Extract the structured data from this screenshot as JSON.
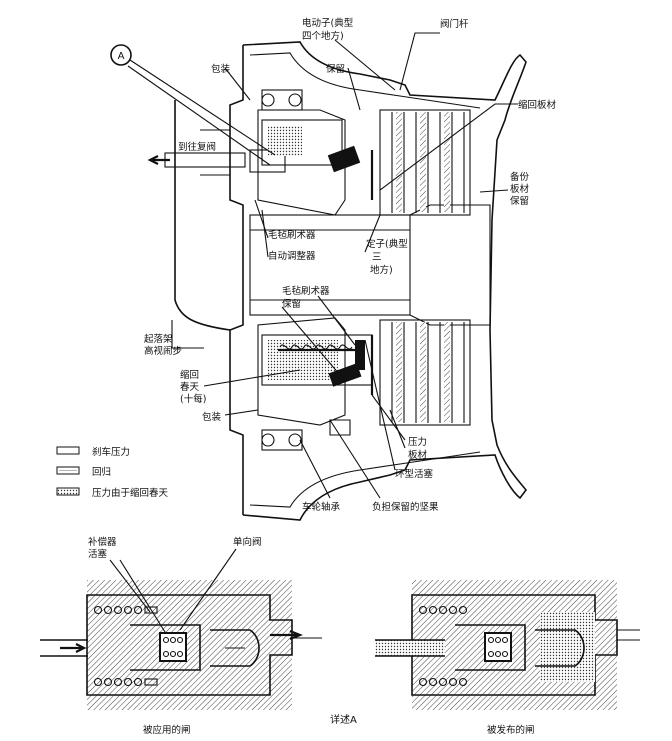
{
  "callout": {
    "letter": "A"
  },
  "labels": {
    "armature": "电动子(典型",
    "armature2": "四个地方)",
    "valve_stem": "阀门杆",
    "packing_top": "包装",
    "retain_top": "保留",
    "return_plate": "缩回板材",
    "bleed_valve": "到往复阀",
    "backup_1": "备份",
    "backup_2": "板材",
    "backup_3": "保留",
    "wear_top": "毛毡刷术器",
    "auto_adjust": "自动调整器",
    "stator_1": "定子(典型",
    "stator_2": "三",
    "stator_3": "地方)",
    "wear_mid": "毛毡刷术器",
    "retain_mid": "保留",
    "gear_1": "起落架",
    "gear_2": "高视闹步",
    "spring_1": "缩回",
    "spring_2": "春天",
    "spring_3": "(十每)",
    "packing_bottom": "包装",
    "pressure_plate_1": "压力",
    "pressure_plate_2": "板材",
    "piston": "环型活塞",
    "wheel_bearing": "车轮轴承",
    "retain_bolt": "负担保留的坚果"
  },
  "legend": [
    {
      "text": "刹车压力",
      "pattern": "brake"
    },
    {
      "text": "回归",
      "pattern": "return"
    },
    {
      "text": "压力由于缩回春天",
      "pattern": "spring"
    }
  ],
  "detail": {
    "label_comp_1": "补偿器",
    "label_comp_2": "活塞",
    "label_check": "单向阀",
    "title": "详述A",
    "applied": "被应用的闸",
    "released": "被发布的闸"
  }
}
